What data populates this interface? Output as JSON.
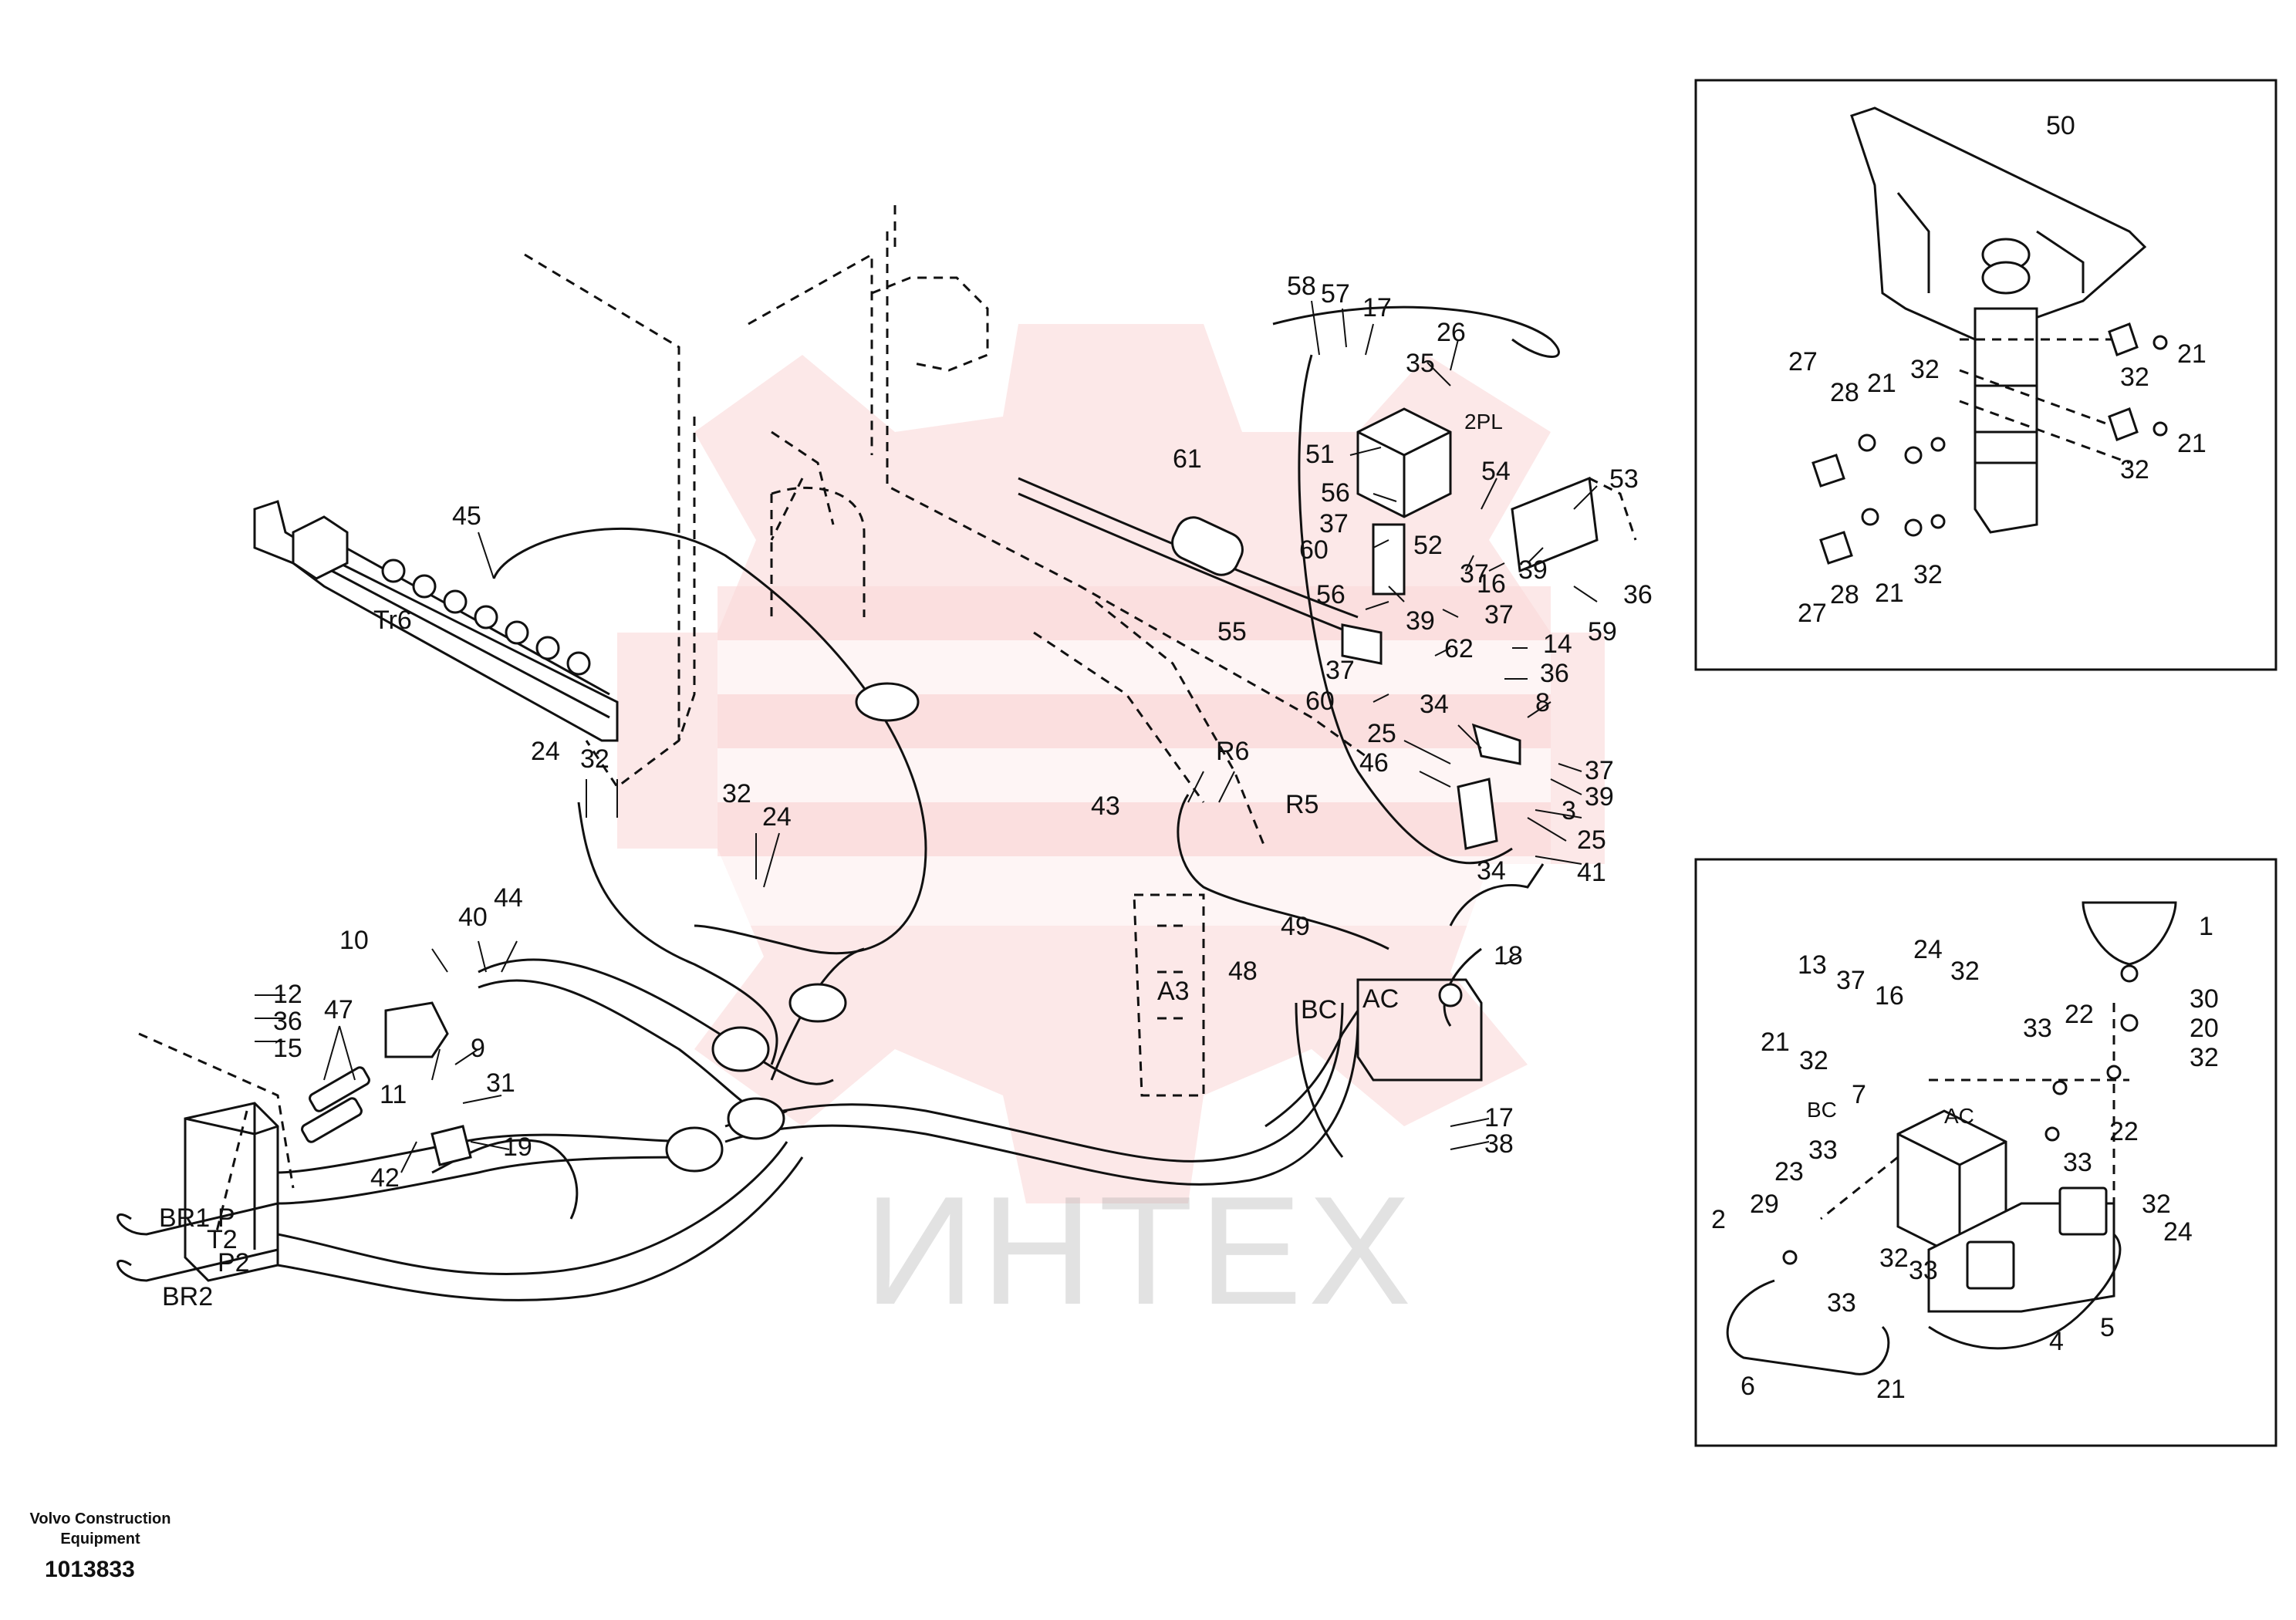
{
  "watermark": {
    "text": "ИНТЕХ",
    "color": "#e84a4a"
  },
  "footer": {
    "company": "Volvo Construction Equipment",
    "drawing_number": "1013833"
  },
  "callouts_main": [
    "45",
    "Tr6",
    "24",
    "32",
    "32",
    "24",
    "10",
    "40",
    "44",
    "12",
    "36",
    "15",
    "47",
    "9",
    "11",
    "31",
    "19",
    "42",
    "BR1",
    "P",
    "T2",
    "P2",
    "BR2",
    "58",
    "57",
    "17",
    "26",
    "35",
    "2PL",
    "51",
    "54",
    "53",
    "56",
    "52",
    "37",
    "60",
    "37",
    "16",
    "39",
    "37",
    "36",
    "56",
    "39",
    "59",
    "61",
    "55",
    "62",
    "37",
    "14",
    "36",
    "60",
    "8",
    "34",
    "25",
    "37",
    "39",
    "46",
    "3",
    "25",
    "41",
    "34",
    "43",
    "R6",
    "R5",
    "49",
    "48",
    "A3",
    "BC",
    "AC",
    "18",
    "17",
    "38"
  ],
  "callouts_inset_top": [
    "50",
    "21",
    "32",
    "27",
    "28",
    "21",
    "32",
    "21",
    "32",
    "27",
    "28",
    "21",
    "32"
  ],
  "callouts_inset_bottom": [
    "1",
    "30",
    "20",
    "32",
    "13",
    "37",
    "16",
    "24",
    "32",
    "21",
    "32",
    "BC",
    "AC",
    "7",
    "33",
    "22",
    "22",
    "33",
    "23",
    "33",
    "2",
    "29",
    "33",
    "32",
    "32",
    "24",
    "33",
    "6",
    "21",
    "4",
    "5"
  ]
}
